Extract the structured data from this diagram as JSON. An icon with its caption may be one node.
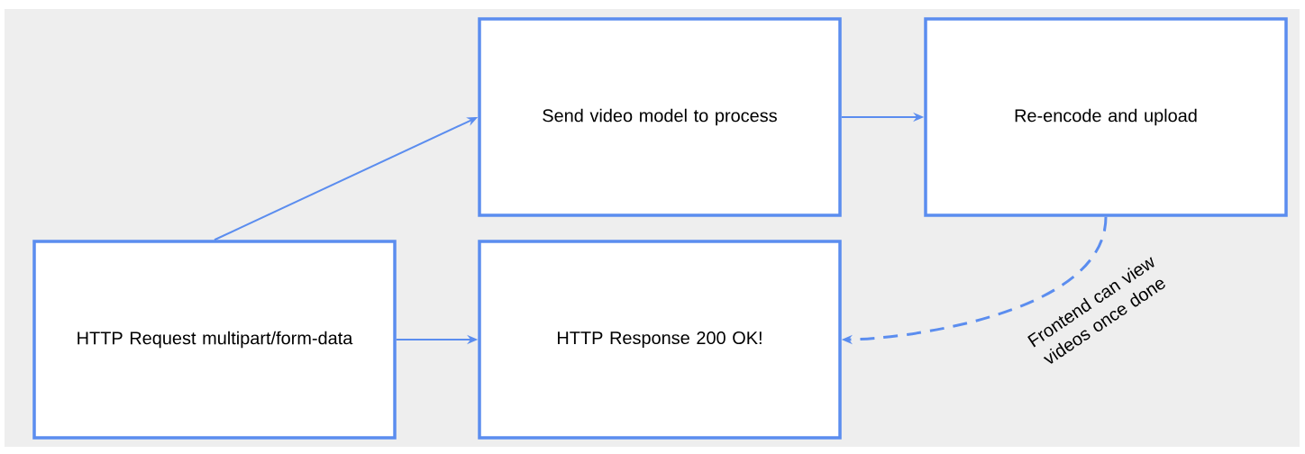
{
  "diagram": {
    "nodes": [
      {
        "text": [
          "HTTP Request multipart/form-data"
        ]
      },
      {
        "text": [
          "Send video model to process"
        ]
      },
      {
        "text": [
          "Re-encode and upload"
        ]
      },
      {
        "text": [
          "HTTP Response 200 OK!"
        ]
      }
    ],
    "edges": [
      {
        "from": 0,
        "to": 1,
        "arrow": "to"
      },
      {
        "from": 1,
        "to": 2,
        "arrow": "to"
      },
      {
        "from": 0,
        "to": 3,
        "arrow": "to"
      },
      {
        "from": 2,
        "to": 3,
        "arrow": "to",
        "style": "dashed",
        "label": "Frontend can view videos once done"
      }
    ]
  }
}
